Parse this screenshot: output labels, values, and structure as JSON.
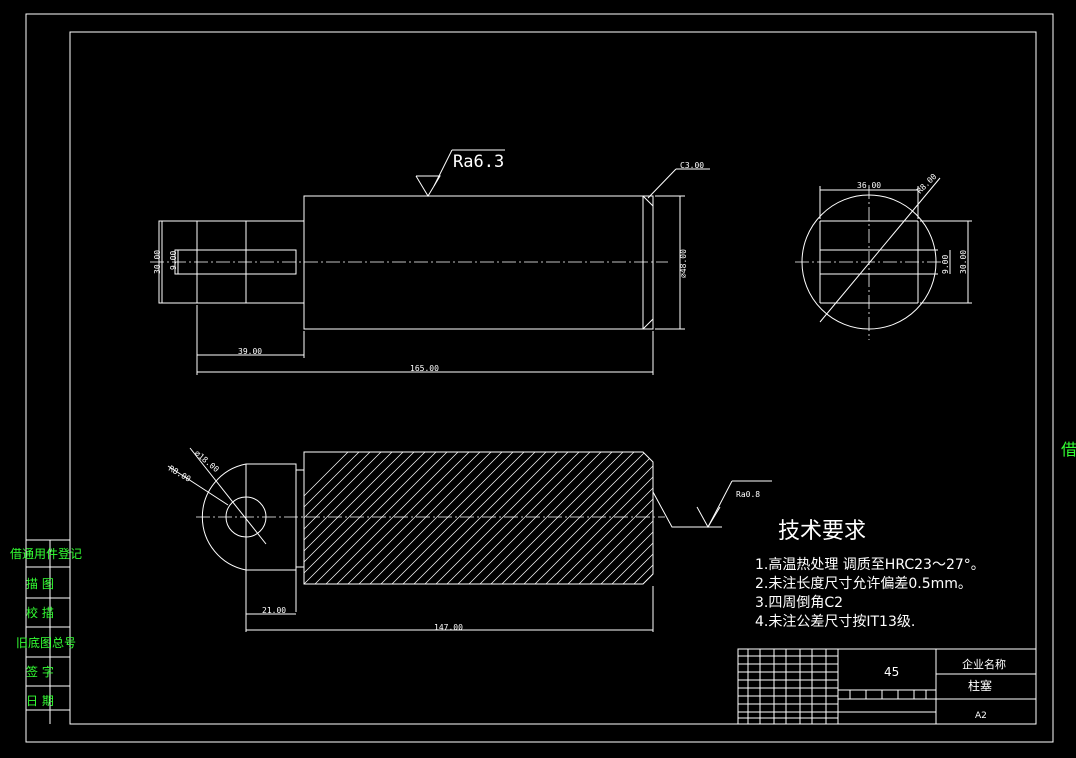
{
  "dimensions": {
    "chamfer": "C3.00",
    "shaft_dia_30": "30.00",
    "keyway_9": "9.00",
    "dia_48": "⌀48.00",
    "len_39": "39.00",
    "len_165": "165.00",
    "width_36": "36.00",
    "r_48": "R8.00",
    "side_9": "9.00",
    "side_30": "30.00",
    "dia_18": "⌀18.00",
    "r_8": "R8.00",
    "len_21": "21.00",
    "len_147": "147.00"
  },
  "roughness": {
    "top": "Ra6.3",
    "section": "Ra0.8"
  },
  "tech_requirements": {
    "title": "技术要求",
    "items": [
      "1.高温热处理 调质至HRC23～27°。",
      "2.未注长度尺寸允许偏差0.5mm。",
      "3.四周倒角C2",
      "4.未注公差尺寸按IT13级."
    ]
  },
  "title_block": {
    "material": "45",
    "company": "企业名称",
    "part_name": "柱塞",
    "sheet_size": "A2"
  },
  "left_column": {
    "items": [
      "借通用件登记",
      "描  图",
      "校  描",
      "旧底图总号",
      "签  字",
      "日  期"
    ]
  },
  "right_edge": {
    "item": "借"
  },
  "colors": {
    "background": "#000000",
    "lines": "#ffffff",
    "margin_text": "#33ff33"
  }
}
